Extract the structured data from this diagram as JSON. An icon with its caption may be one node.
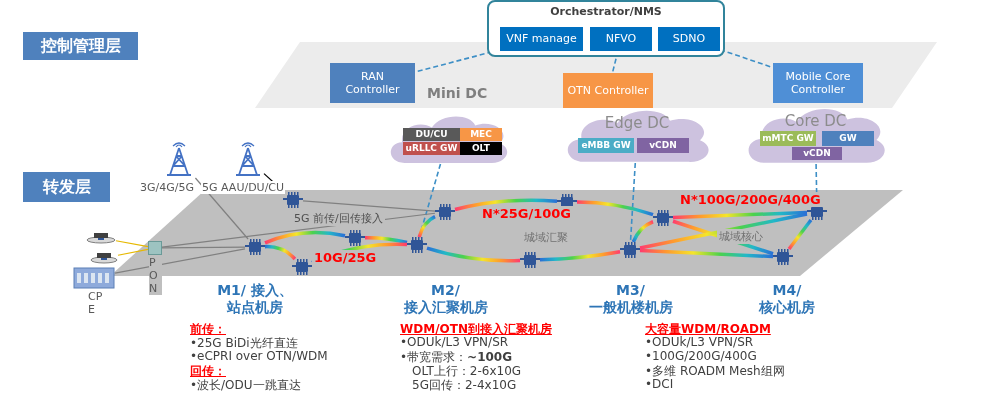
{
  "diagram": {
    "nodes": [
      {
        "text": [
          "控制管理层"
        ]
      },
      {
        "text": [
          "Orchestrator/NMS"
        ]
      },
      {
        "text": [
          "VNF manage"
        ],
        "in": 1
      },
      {
        "text": [
          "NFVO"
        ],
        "in": 1
      },
      {
        "text": [
          "SDNO"
        ],
        "in": 1
      },
      {
        "text": [
          "Mini DC"
        ]
      },
      {
        "text": [
          "RAN Controller"
        ],
        "in": 5
      },
      {
        "text": [
          "OTN Controller"
        ],
        "in": 5
      },
      {
        "text": [
          "Mobile Core Controller"
        ],
        "in": 5
      },
      {
        "text": [],
        "shape": "cloud"
      },
      {
        "text": [
          "DU/CU"
        ],
        "in": 9
      },
      {
        "text": [
          "MEC"
        ],
        "in": 9
      },
      {
        "text": [
          "uRLLC GW"
        ],
        "in": 9
      },
      {
        "text": [
          "OLT"
        ],
        "in": 9
      },
      {
        "text": [
          "Edge DC"
        ]
      },
      {
        "text": [
          "eMBB GW"
        ],
        "in": 14
      },
      {
        "text": [
          "vCDN"
        ],
        "in": 14
      },
      {
        "text": [
          "Core DC"
        ]
      },
      {
        "text": [
          "mMTC GW"
        ],
        "in": 17
      },
      {
        "text": [
          "GW"
        ],
        "in": 17
      },
      {
        "text": [
          "vCDN"
        ],
        "in": 17
      },
      {
        "text": [
          "转发层"
        ]
      },
      {
        "text": [],
        "shape": "box"
      },
      {
        "text": [],
        "shape": "picture",
        "beside": [
          "3G/4G/5G"
        ]
      },
      {
        "text": [],
        "shape": "picture"
      },
      {
        "text": [],
        "shape": "picture"
      },
      {
        "text": [],
        "shape": "picture"
      },
      {
        "text": [],
        "shape": "box",
        "beside": [
          "PON"
        ],
        "in": 22
      },
      {
        "text": [],
        "shape": "picture",
        "beside": [
          "CPE"
        ]
      },
      {
        "text": [],
        "shape": "picture",
        "in": 22
      },
      {
        "text": [],
        "shape": "picture",
        "in": 22
      },
      {
        "text": [],
        "shape": "picture",
        "in": 22
      },
      {
        "text": [],
        "shape": "picture",
        "in": 22
      },
      {
        "text": [],
        "shape": "picture",
        "in": 22
      },
      {
        "text": [],
        "shape": "picture",
        "in": 22
      },
      {
        "text": [],
        "shape": "picture",
        "in": 22
      },
      {
        "text": [],
        "shape": "picture",
        "in": 22
      },
      {
        "text": [],
        "shape": "picture",
        "in": 22
      },
      {
        "text": [],
        "shape": "picture",
        "in": 22
      },
      {
        "text": [],
        "shape": "picture",
        "in": 22
      },
      {
        "text": [],
        "shape": "picture",
        "in": 22
      }
    ],
    "edges": [
      {
        "from": 2,
        "to": 6,
        "arrow": "none",
        "style": "dashed",
        "color": "#3d8fc6"
      },
      {
        "from": 3,
        "to": 7,
        "arrow": "none",
        "style": "dashed",
        "color": "#3d8fc6"
      },
      {
        "from": 4,
        "to": 8,
        "arrow": "none",
        "style": "dashed",
        "color": "#3d8fc6"
      },
      {
        "from": 9,
        "to": 33,
        "arrow": "none",
        "style": "dashed",
        "color": "#3d8fc6"
      },
      {
        "from": 14,
        "to": 38,
        "arrow": "none",
        "style": "dashed",
        "color": "#3d8fc6"
      },
      {
        "from": 17,
        "to": 39,
        "arrow": "none",
        "style": "dashed",
        "color": "#3d8fc6"
      },
      {
        "from": 23,
        "to": 30,
        "arrow": "none"
      },
      {
        "from": 24,
        "to": 29,
        "arrow": "none",
        "color": "#000000"
      },
      {
        "from": 29,
        "to": 34,
        "arrow": "none"
      },
      {
        "from": 27,
        "to": 30,
        "arrow": "none"
      },
      {
        "from": 27,
        "to": 34,
        "arrow": "none",
        "label": "5G 前传/回传接入"
      },
      {
        "from": 28,
        "to": 30,
        "arrow": "none"
      },
      {
        "from": 25,
        "to": 27,
        "arrow": "none",
        "color": "#e6b800"
      },
      {
        "from": 26,
        "to": 27,
        "arrow": "none",
        "color": "#e6b800"
      },
      {
        "from": 30,
        "to": 31,
        "arrow": "none",
        "style": "thick"
      },
      {
        "from": 31,
        "to": 33,
        "arrow": "none",
        "style": "thick"
      },
      {
        "from": 33,
        "to": 32,
        "arrow": "none",
        "style": "thick"
      },
      {
        "from": 32,
        "to": 30,
        "arrow": "none",
        "style": "thick"
      },
      {
        "from": 33,
        "to": 34,
        "arrow": "none",
        "style": "thick"
      },
      {
        "from": 34,
        "to": 35,
        "arrow": "none",
        "style": "thick"
      },
      {
        "from": 35,
        "to": 37,
        "arrow": "none",
        "style": "thick"
      },
      {
        "from": 37,
        "to": 38,
        "arrow": "none",
        "style": "thick"
      },
      {
        "from": 38,
        "to": 36,
        "arrow": "none",
        "style": "thick"
      },
      {
        "from": 36,
        "to": 33,
        "arrow": "none",
        "style": "thick"
      },
      {
        "from": 37,
        "to": 39,
        "arrow": "none",
        "style": "thick"
      },
      {
        "from": 37,
        "to": 40,
        "arrow": "none",
        "style": "thick"
      },
      {
        "from": 38,
        "to": 39,
        "arrow": "none",
        "style": "thick"
      },
      {
        "from": 38,
        "to": 40,
        "arrow": "none",
        "style": "thick"
      },
      {
        "from": 40,
        "to": 39,
        "arrow": "none",
        "style": "thick"
      }
    ],
    "labels": [
      "5G AAU/DU/CU",
      "10G/25G",
      "N*25G/100G",
      "城域汇聚",
      "N*100G/200G/400G",
      "城域核心",
      "M1/ 接入、站点机房",
      "M2/ 接入汇聚机房",
      "M3/ 一般机楼机房",
      "M4/ 核心机房",
      "前传：",
      "•25G BiDi光纤直连",
      "•eCPRI over OTN/WDM",
      "回传：",
      "•波长/ODU一跳直达",
      "WDM/OTN到接入汇聚机房",
      "•ODUk/L3 VPN/SR",
      "•带宽需求：**~100G**",
      "OLT上行：2-6x10G",
      "5G回传：2-4x10G",
      "大容量WDM/ROADM",
      "•ODUk/L3 VPN/SR",
      "•100G/200G/400G",
      "•多维 ROADM Mesh组网",
      "•DCI"
    ]
  }
}
